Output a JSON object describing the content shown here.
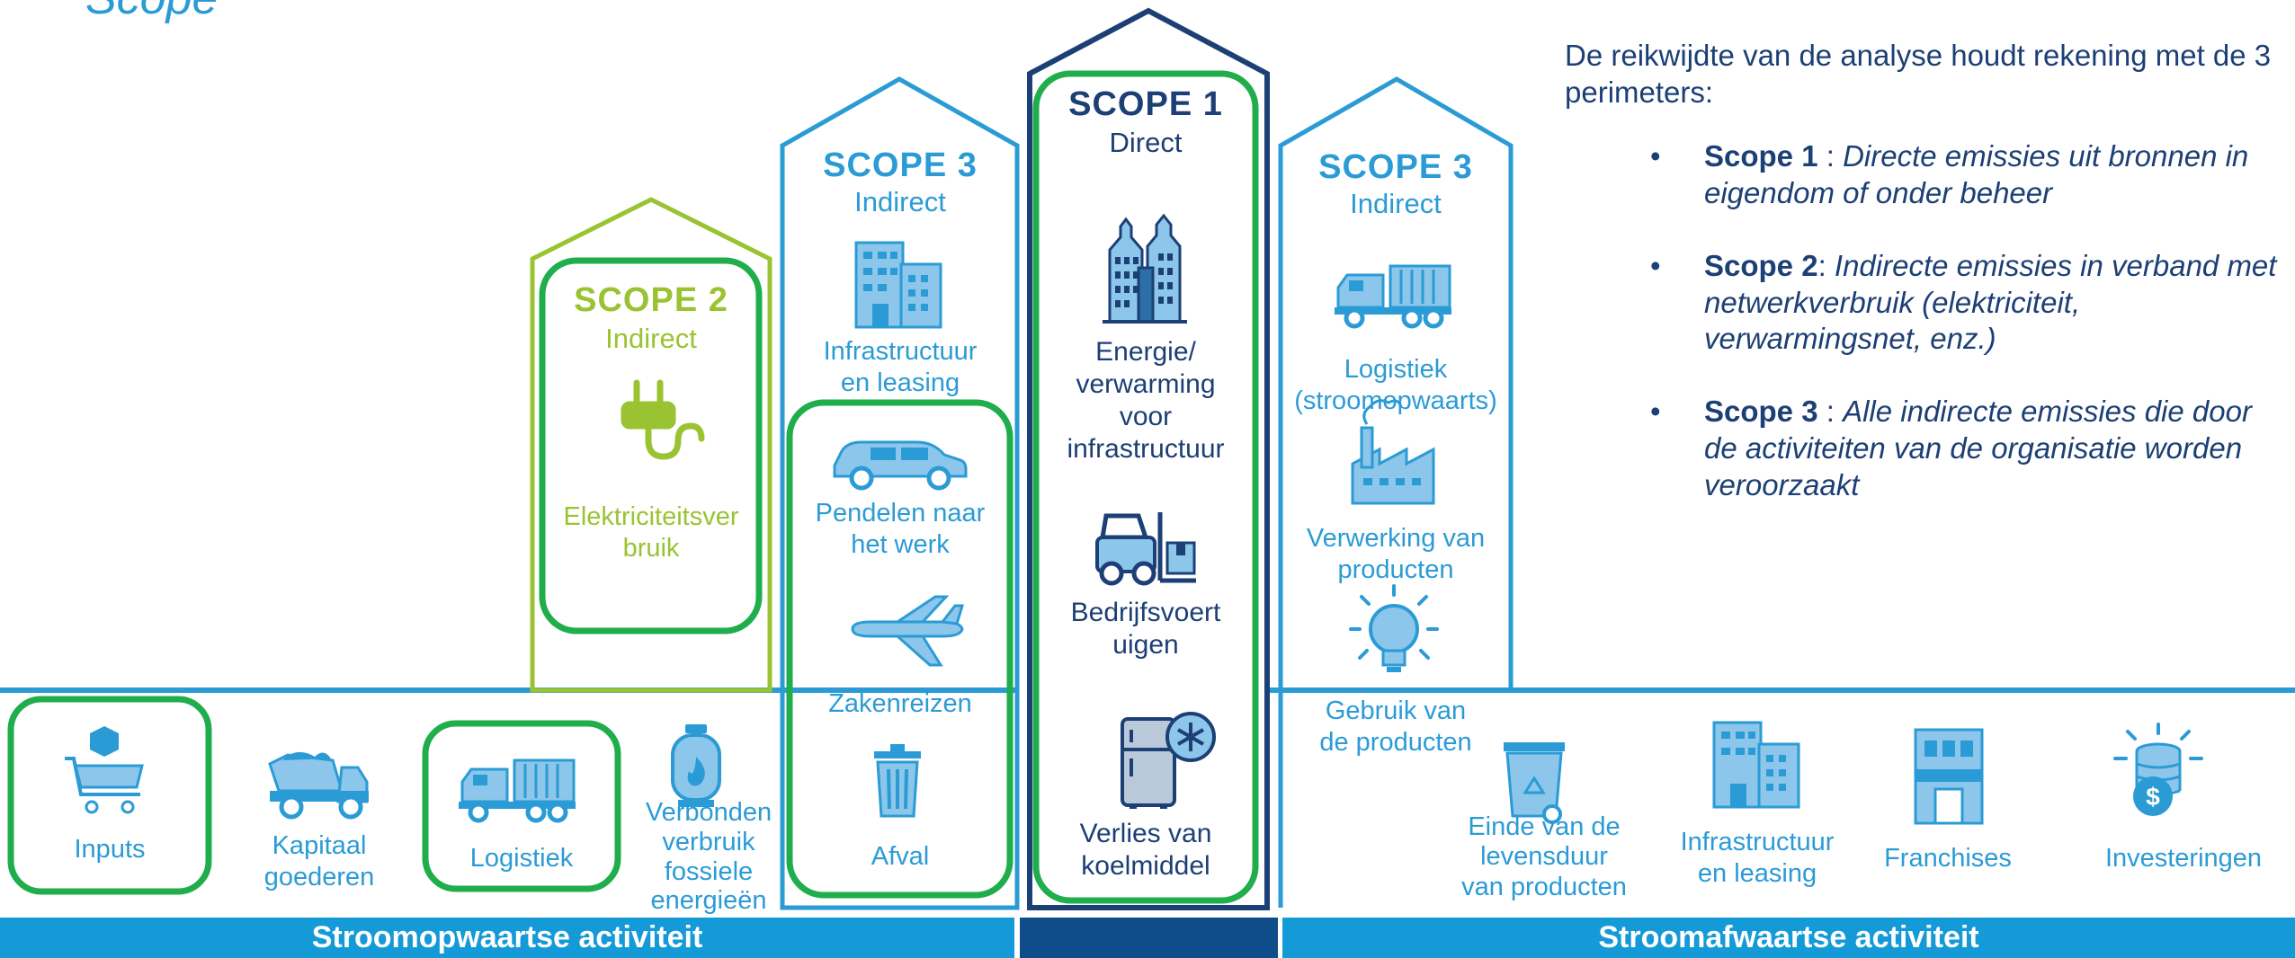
{
  "title": "Scope",
  "colors": {
    "light_blue": "#2b9bd6",
    "dark_blue": "#1c3f75",
    "lime": "#9ac332",
    "green": "#1fae4b",
    "band_blue": "#159ad8",
    "band_dark": "#0f4c8a"
  },
  "scope1": {
    "title": "SCOPE 1",
    "subtitle": "Direct",
    "items": [
      "Energie/\nverwarming\nvoor\ninfrastructuur",
      "Bedrijfsvoert\nuigen",
      "Verlies van\nkoelmiddel"
    ],
    "icons": [
      "city-buildings-icon",
      "forklift-icon",
      "refrigerator-icon"
    ]
  },
  "scope2": {
    "title": "SCOPE 2",
    "subtitle": "Indirect",
    "items": [
      "Elektriciteitsver\nbruik"
    ],
    "icons": [
      "plug-icon"
    ]
  },
  "scope3_up": {
    "title": "SCOPE 3",
    "subtitle": "Indirect",
    "items": [
      "Infrastructuur\nen leasing",
      "Pendelen naar\nhet werk",
      "Zakenreizen",
      "Afval"
    ],
    "icons": [
      "office-buildings-icon",
      "car-icon",
      "airplane-icon",
      "trash-bin-icon"
    ]
  },
  "scope3_down": {
    "title": "SCOPE 3",
    "subtitle": "Indirect",
    "items": [
      "Logistiek\n(stroomopwaarts)",
      "Verwerking van\nproducten",
      "Gebruik van\nde producten"
    ],
    "icons": [
      "truck-icon",
      "factory-icon",
      "lightbulb-icon"
    ]
  },
  "upstream_items": [
    "Inputs",
    "Kapitaal\ngoederen",
    "Logistiek",
    "Verbonden\nverbruik\nfossiele\nenergieën"
  ],
  "upstream_icons": [
    "shopping-cart-icon",
    "dump-truck-icon",
    "truck-icon",
    "gas-cylinder-icon"
  ],
  "downstream_items": [
    "Einde van de\nlevensduur\nvan producten",
    "Infrastructuur\nen leasing",
    "Franchises",
    "Investeringen"
  ],
  "downstream_icons": [
    "recycle-bin-icon",
    "office-buildings-icon",
    "storefront-icon",
    "coins-icon"
  ],
  "bands": {
    "upstream": "Stroomopwaartse activiteit",
    "downstream": "Stroomafwaartse activiteit"
  },
  "description": {
    "intro": "De reikwijdte van de analyse houdt rekening met de 3 perimeters:",
    "bullets": [
      {
        "term": "Scope 1",
        "sep": " : ",
        "text": "Directe emissies uit bronnen in eigendom of onder beheer"
      },
      {
        "term": "Scope 2",
        "sep": ": ",
        "text": "Indirecte emissies in verband met netwerkverbruik (elektriciteit, verwarmingsnet, enz.)"
      },
      {
        "term": "Scope 3",
        "sep": " : ",
        "text": "Alle indirecte emissies die door de activiteiten van de organisatie worden veroorzaakt"
      }
    ],
    "bullet_char": "•"
  }
}
